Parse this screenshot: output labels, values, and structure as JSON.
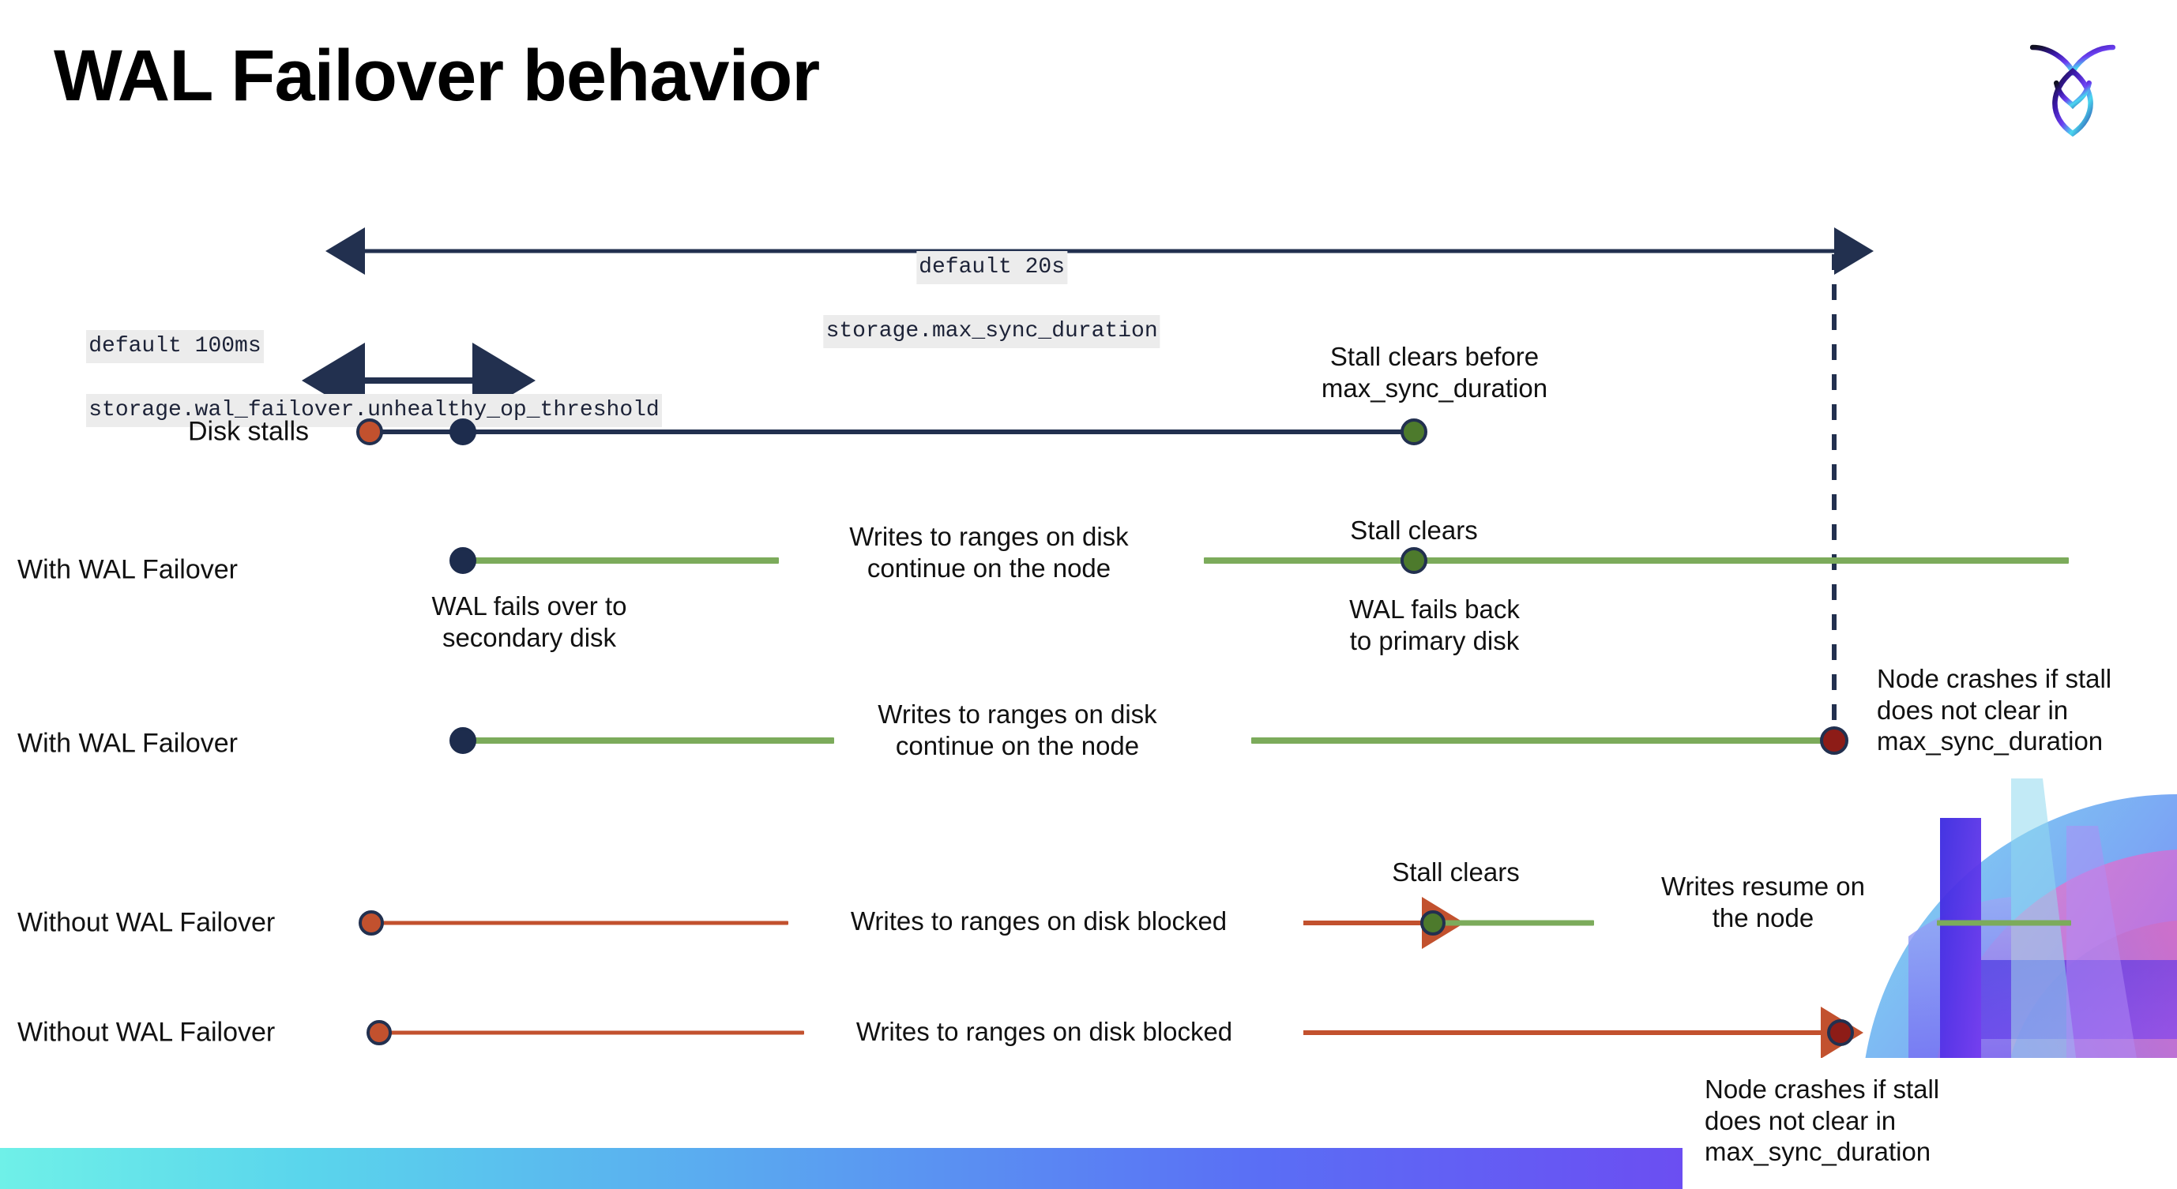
{
  "slide": {
    "title": "WAL Failover behavior",
    "logo_name": "cockroachdb-logo"
  },
  "annotations": {
    "max_sync": {
      "line1": "default 20s",
      "line2": "storage.max_sync_duration"
    },
    "unhealthy": {
      "line1": "default 100ms",
      "line2": "storage.wal_failover.unhealthy_op_threshold"
    }
  },
  "rows": [
    {
      "label": "Disk stalls",
      "notes": [
        "Stall clears before\nmax_sync_duration"
      ]
    },
    {
      "label": "With WAL Failover",
      "notes": [
        "Writes to ranges on disk\ncontinue on the node",
        "Stall clears",
        "WAL fails over to\nsecondary disk",
        "WAL fails  back\nto primary disk"
      ]
    },
    {
      "label": "With WAL Failover",
      "notes": [
        "Writes to ranges on disk\ncontinue on the node",
        "Node crashes if stall\ndoes not clear in\nmax_sync_duration"
      ]
    },
    {
      "label": "Without WAL Failover",
      "notes": [
        "Writes to ranges on disk  blocked",
        "Stall clears",
        "Writes resume on\nthe node"
      ]
    },
    {
      "label": "Without WAL Failover",
      "notes": [
        "Writes to ranges on disk  blocked",
        "Node crashes if stall\ndoes not clear in\nmax_sync_duration"
      ]
    }
  ],
  "colors": {
    "navy": "#22304f",
    "green_line": "#7cab5b",
    "green_dot": "#4d7a2c",
    "orange": "#c2512e",
    "dark_red": "#8d1c17",
    "code_bg": "#ececec"
  }
}
